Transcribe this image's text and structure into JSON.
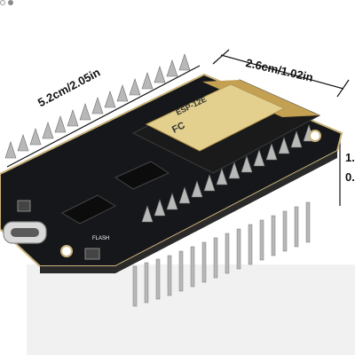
{
  "dimensions": {
    "length": "5.2cm/2.05in",
    "width": "2.6cm/1.02in",
    "height_1": "1.",
    "height_2": "0."
  },
  "module": {
    "name": "ESP-12E",
    "brand_mark": "FC"
  },
  "silkscreen": {
    "flash_label": "FLASH"
  },
  "colors": {
    "pcb": "#15171a",
    "outline": "#c9b27a",
    "pins": "#b8b8b8",
    "shield": "#e3d08e",
    "antenna": "#c4a052",
    "background_panel": "#f1f1f1"
  },
  "carousel": {
    "total": 2,
    "active": 2
  }
}
